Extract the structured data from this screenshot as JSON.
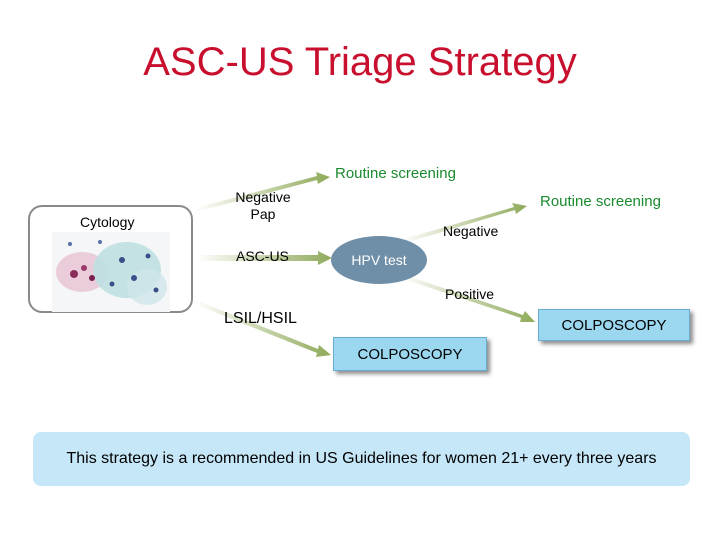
{
  "title": "ASC-US Triage Strategy",
  "nodes": {
    "cytology": "Cytology",
    "negative_pap": "Negative\nPap",
    "asc_us": "ASC-US",
    "lsil_hsil": "LSIL/HSIL",
    "hpv_test": "HPV test",
    "routine_screening_top": "Routine screening",
    "routine_screening_right": "Routine screening",
    "negative": "Negative",
    "positive": "Positive",
    "colposcopy_right": "COLPOSCOPY",
    "colposcopy_center": "COLPOSCOPY"
  },
  "note": "This strategy is a recommended in US Guidelines for women 21+ every three years",
  "colors": {
    "title": "#c8102e",
    "routine_text": "#1a8a2e",
    "arrow": "#8faa5a",
    "hpv_fill": "#6f8fa8",
    "colposcopy_fill": "#9bd7ef",
    "note_fill": "#c5e7f8"
  },
  "icons": {
    "cytology_image": "pap-smear-microscopy-image"
  }
}
